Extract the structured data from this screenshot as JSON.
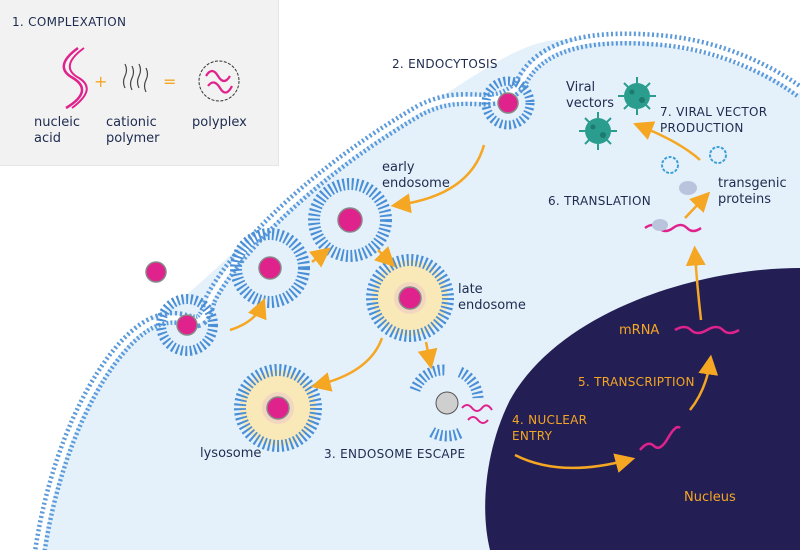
{
  "colors": {
    "membrane": "#4a8fd6",
    "cytoplasm": "#e4f1fb",
    "nucleus": "#231f55",
    "nucleic_acid": "#e0228c",
    "arrow": "#f5a623",
    "text_dark": "#1d2b4f",
    "text_on_nucleus": "#f5a623",
    "virus": "#2a9d8f",
    "legend_bg": "#f2f2f2",
    "late_endosome_lumen": "#f9e8b8",
    "protein": "#3aa0d8",
    "ribosome": "#b9c4dc"
  },
  "legend": {
    "title": "1.  COMPLEXATION",
    "items": [
      {
        "label": "nucleic\nacid",
        "icon": "dna-helix-icon"
      },
      {
        "operator": "+"
      },
      {
        "label": "cationic\npolymer",
        "icon": "polymer-strands-icon"
      },
      {
        "operator": "="
      },
      {
        "label": "polyplex",
        "icon": "polyplex-icon"
      }
    ]
  },
  "steps": {
    "endocytosis": "2. ENDOCYTOSIS",
    "endosome_escape": "3. ENDOSOME ESCAPE",
    "nuclear_entry": "4. NUCLEAR\nENTRY",
    "transcription": "5. TRANSCRIPTION",
    "translation": "6. TRANSLATION",
    "viral_vector_production": "7. VIRAL VECTOR\nPRODUCTION"
  },
  "labels": {
    "early_endosome": "early\nendosome",
    "late_endosome": "late\nendosome",
    "lysosome": "lysosome",
    "mrna": "mRNA",
    "nucleus": "Nucleus",
    "viral_vectors": "Viral\nvectors",
    "transgenic_proteins": "transgenic\nproteins"
  }
}
